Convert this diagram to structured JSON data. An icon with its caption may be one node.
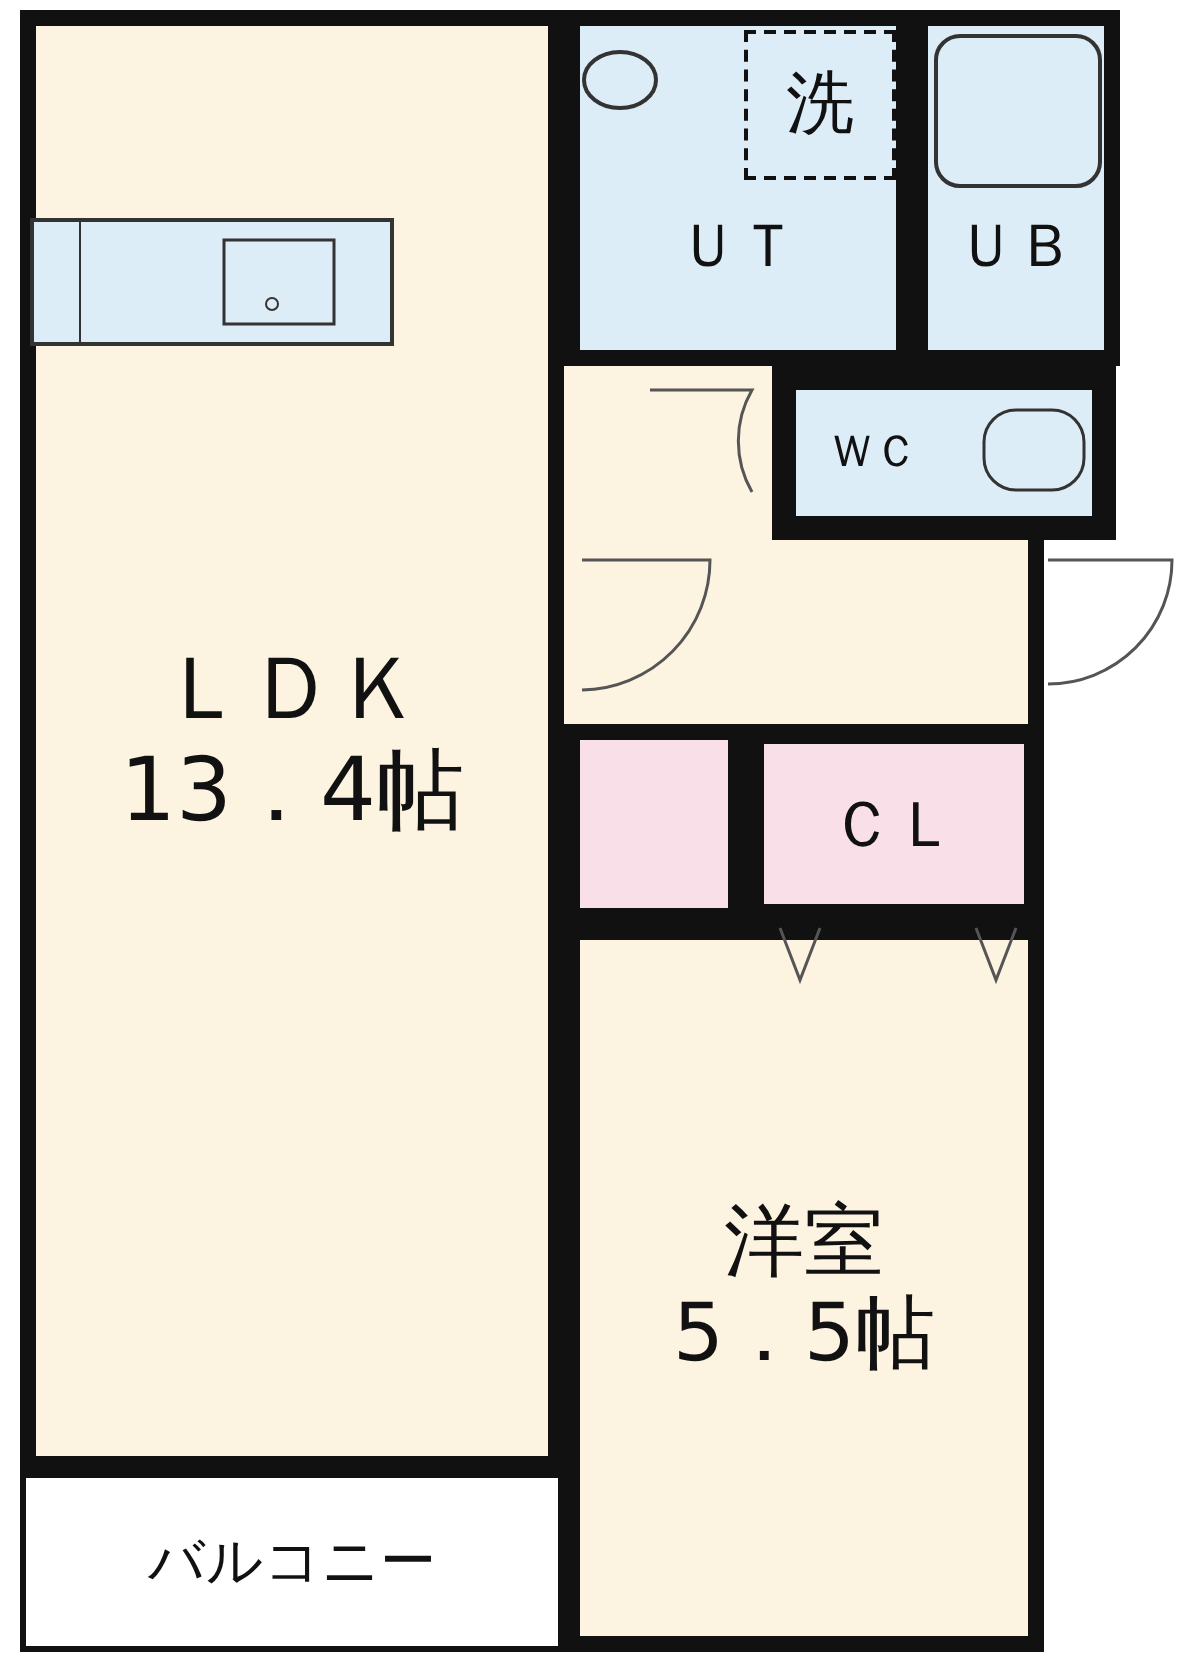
{
  "diagram": {
    "nodes": [
      {
        "text": [
          "ＬＤＫ",
          "13．4帖"
        ]
      },
      {
        "text": [
          "ＵＴ"
        ]
      },
      {
        "text": [
          "洗"
        ],
        "in": 1
      },
      {
        "text": [
          "ＵＢ"
        ]
      },
      {
        "text": [],
        "shape": "box"
      },
      {
        "text": [
          "ＷＣ"
        ]
      },
      {
        "text": [],
        "shape": "box"
      },
      {
        "text": [
          "ＣＬ"
        ]
      },
      {
        "text": [
          "洋室",
          "5．5帖"
        ]
      },
      {
        "text": [
          "バルコニー"
        ]
      },
      {
        "text": [],
        "shape": "box"
      }
    ]
  }
}
